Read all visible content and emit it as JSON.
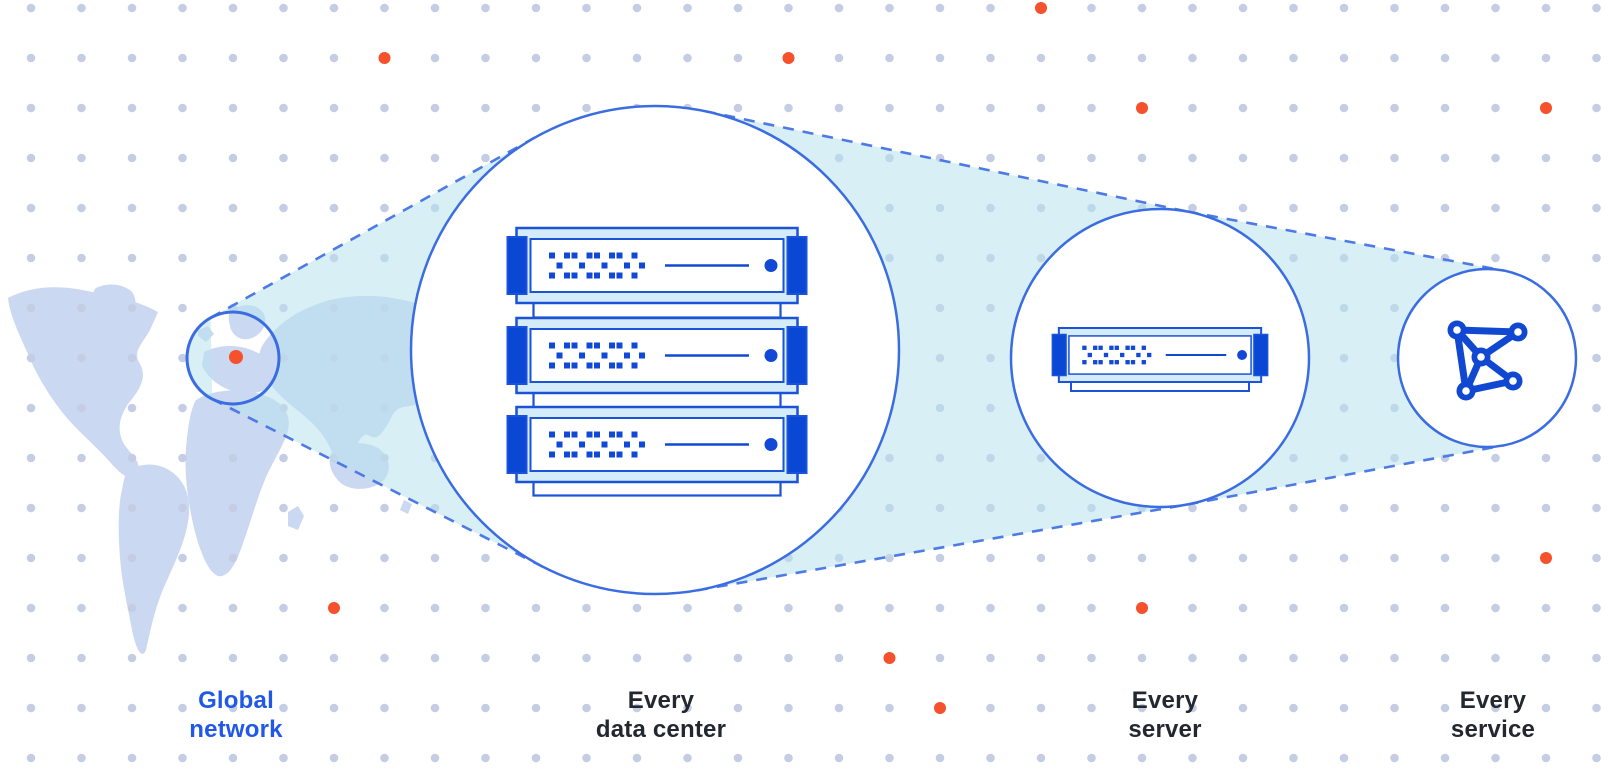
{
  "figure_title": "Global network zoom diagram",
  "stages": [
    {
      "id": "global-network",
      "label": "Global\nnetwork",
      "icon": "world-map-marker-icon",
      "highlight": true
    },
    {
      "id": "every-data-center",
      "label": "Every\ndata center",
      "icon": "server-stack-icon",
      "highlight": false
    },
    {
      "id": "every-server",
      "label": "Every\nserver",
      "icon": "server-icon",
      "highlight": false
    },
    {
      "id": "every-service",
      "label": "Every\nservice",
      "icon": "network-mesh-icon",
      "highlight": false
    }
  ],
  "colors": {
    "accent_blue_text": "#2158e8",
    "dark_text": "#23272f",
    "grid_dot": "#c4cde3",
    "orange": "#f4512c",
    "circle_stroke": "#3a6ce2",
    "dash_stroke": "#4e7ae6",
    "beam_fill": "rgba(186,225,238,0.55)",
    "map_fill": "#cbd8f1",
    "server_border": "#1a52d8",
    "server_band": "#d4ebfa",
    "server_tab": "#0947d4",
    "server_detail": "#1148d6",
    "mesh_icon": "#1148d2",
    "circle_fill": "#ffffff"
  },
  "dot_grid": {
    "cols": 32,
    "rows": 16,
    "orange_cells": [
      [
        20,
        0
      ],
      [
        7,
        1
      ],
      [
        15,
        1
      ],
      [
        22,
        2
      ],
      [
        30,
        2
      ],
      [
        30,
        11
      ],
      [
        6,
        12
      ],
      [
        22,
        12
      ],
      [
        17,
        13
      ],
      [
        18,
        14
      ]
    ]
  },
  "server_icon": {
    "dot_pattern": [
      "1011011011010",
      "0100100100101",
      "1011011011010"
    ]
  }
}
